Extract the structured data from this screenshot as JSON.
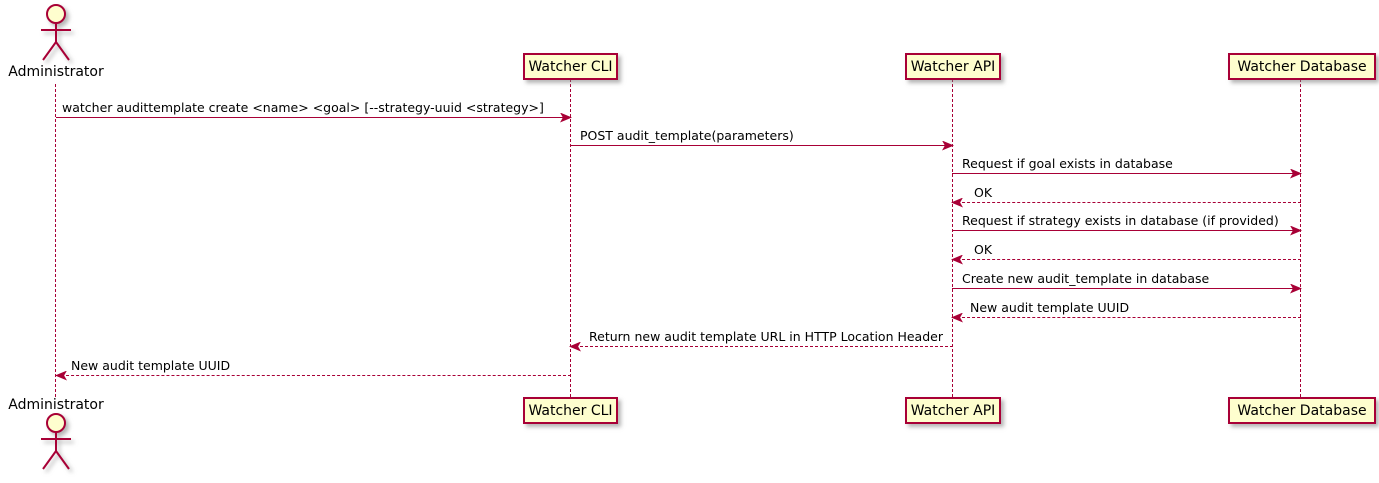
{
  "diagram": {
    "type": "sequence",
    "participants": [
      {
        "id": "administrator",
        "kind": "actor",
        "label": "Administrator"
      },
      {
        "id": "watcher-cli",
        "kind": "participant",
        "label": "Watcher CLI"
      },
      {
        "id": "watcher-api",
        "kind": "participant",
        "label": "Watcher API"
      },
      {
        "id": "watcher-database",
        "kind": "participant",
        "label": "Watcher Database"
      }
    ],
    "messages": [
      {
        "from": "Administrator",
        "to": "Watcher CLI",
        "line": "solid",
        "label": "watcher audittemplate create <name> <goal> [--strategy-uuid <strategy>]"
      },
      {
        "from": "Watcher CLI",
        "to": "Watcher API",
        "line": "solid",
        "label": "POST audit_template(parameters)"
      },
      {
        "from": "Watcher API",
        "to": "Watcher Database",
        "line": "solid",
        "label": "Request if goal exists in database"
      },
      {
        "from": "Watcher Database",
        "to": "Watcher API",
        "line": "dashed",
        "label": "OK"
      },
      {
        "from": "Watcher API",
        "to": "Watcher Database",
        "line": "solid",
        "label": "Request if strategy exists in database (if provided)"
      },
      {
        "from": "Watcher Database",
        "to": "Watcher API",
        "line": "dashed",
        "label": "OK"
      },
      {
        "from": "Watcher API",
        "to": "Watcher Database",
        "line": "solid",
        "label": "Create new audit_template in database"
      },
      {
        "from": "Watcher Database",
        "to": "Watcher API",
        "line": "dashed",
        "label": "New audit template UUID"
      },
      {
        "from": "Watcher API",
        "to": "Watcher CLI",
        "line": "dashed",
        "label": "Return new audit template URL in HTTP Location Header"
      },
      {
        "from": "Watcher CLI",
        "to": "Administrator",
        "line": "dashed",
        "label": "New audit template UUID"
      }
    ],
    "colors": {
      "line": "#A80036",
      "participant_border": "#A80036",
      "participant_fill": "#FEFECE",
      "text": "#000000",
      "background": "#FFFFFF"
    }
  }
}
